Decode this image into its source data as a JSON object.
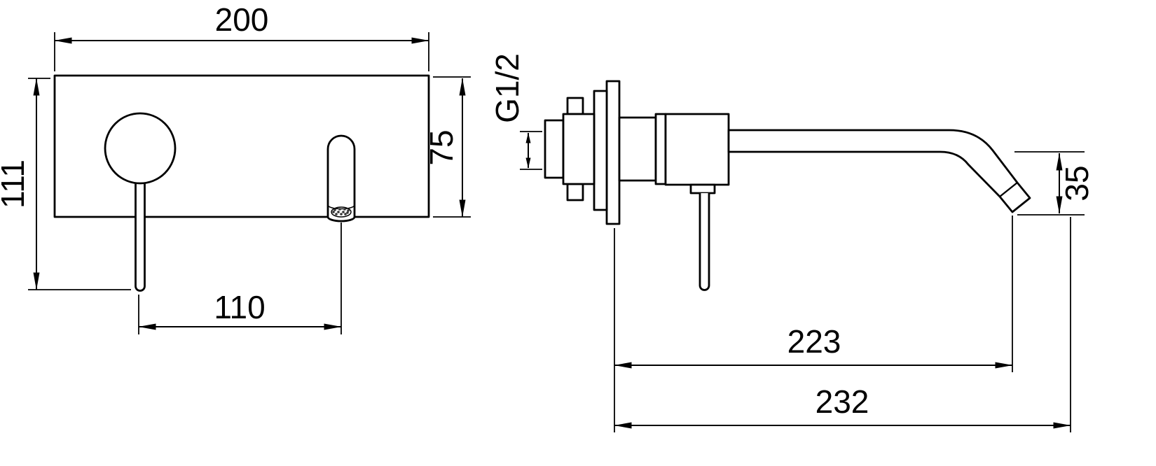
{
  "drawing": {
    "front_view": {
      "dims": {
        "width": "200",
        "height_total": "111",
        "plate_height": "75",
        "handle_to_spout": "110"
      }
    },
    "side_view": {
      "dims": {
        "inlet_thread": "G1/2",
        "spout_drop": "35",
        "reach_to_aerator": "223",
        "reach_overall": "232"
      }
    },
    "colors": {
      "line": "#000000",
      "background": "#ffffff"
    }
  }
}
